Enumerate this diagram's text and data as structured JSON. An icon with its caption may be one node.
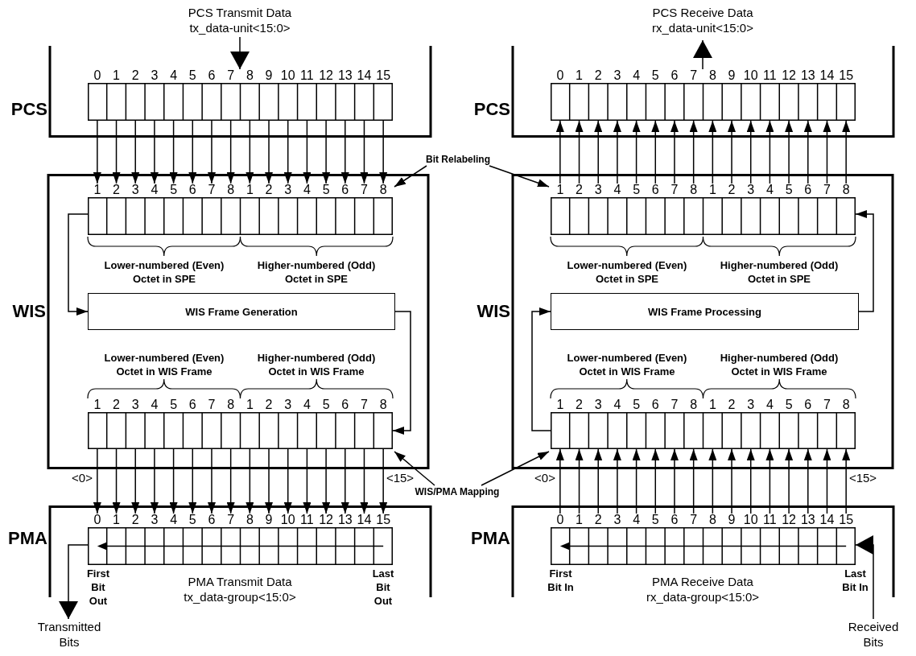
{
  "diagram": {
    "nodes": [
      {
        "text": [
          "PCS Transmit Data tx_data-unit<15:0>"
        ]
      },
      {
        "text": [
          "PCS Receive Data rx_data-unit<15:0>"
        ]
      },
      {
        "text": [
          "PCS"
        ]
      },
      {
        "text": [],
        "shape": "box",
        "in": 2,
        "beside": [
          "0",
          "1",
          "2",
          "3",
          "4",
          "5",
          "6",
          "7",
          "8",
          "9",
          "10",
          "11",
          "12",
          "13",
          "14",
          "15"
        ]
      },
      {
        "text": [
          "PCS"
        ]
      },
      {
        "text": [],
        "shape": "box",
        "in": 4,
        "beside": [
          "0",
          "1",
          "2",
          "3",
          "4",
          "5",
          "6",
          "7",
          "8",
          "9",
          "10",
          "11",
          "12",
          "13",
          "14",
          "15"
        ]
      },
      {
        "text": [
          "Bit Relabeling"
        ]
      },
      {
        "text": [
          "WIS"
        ]
      },
      {
        "text": [],
        "shape": "box",
        "in": 7,
        "beside": [
          "1",
          "2",
          "3",
          "4",
          "5",
          "6",
          "7",
          "8",
          "1",
          "2",
          "3",
          "4",
          "5",
          "6",
          "7",
          "8"
        ]
      },
      {
        "text": [
          "WIS Frame Generation"
        ],
        "in": 7
      },
      {
        "text": [],
        "shape": "box",
        "in": 7,
        "beside": [
          "1",
          "2",
          "3",
          "4",
          "5",
          "6",
          "7",
          "8",
          "1",
          "2",
          "3",
          "4",
          "5",
          "6",
          "7",
          "8"
        ]
      },
      {
        "text": [
          "WIS"
        ]
      },
      {
        "text": [],
        "shape": "box",
        "in": 11,
        "beside": [
          "1",
          "2",
          "3",
          "4",
          "5",
          "6",
          "7",
          "8",
          "1",
          "2",
          "3",
          "4",
          "5",
          "6",
          "7",
          "8"
        ]
      },
      {
        "text": [
          "WIS Frame Processing"
        ],
        "in": 11
      },
      {
        "text": [],
        "shape": "box",
        "in": 11,
        "beside": [
          "1",
          "2",
          "3",
          "4",
          "5",
          "6",
          "7",
          "8",
          "1",
          "2",
          "3",
          "4",
          "5",
          "6",
          "7",
          "8"
        ]
      },
      {
        "text": [
          "WIS/PMA Mapping"
        ]
      },
      {
        "text": [
          "PMA"
        ]
      },
      {
        "text": [],
        "shape": "box",
        "in": 16,
        "beside": [
          "0",
          "1",
          "2",
          "3",
          "4",
          "5",
          "6",
          "7",
          "8",
          "9",
          "10",
          "11",
          "12",
          "13",
          "14",
          "15"
        ]
      },
      {
        "text": [
          "PMA"
        ]
      },
      {
        "text": [],
        "shape": "box",
        "in": 18,
        "beside": [
          "0",
          "1",
          "2",
          "3",
          "4",
          "5",
          "6",
          "7",
          "8",
          "9",
          "10",
          "11",
          "12",
          "13",
          "14",
          "15"
        ]
      },
      {
        "text": [
          "Transmitted Bits"
        ]
      },
      {
        "text": [
          "Received Bits"
        ]
      }
    ],
    "edges": [
      {
        "from": 0,
        "to": 3,
        "arrow": "to"
      },
      {
        "from": 5,
        "to": 1,
        "arrow": "to"
      },
      {
        "from": 3,
        "to": 8,
        "arrow": "to"
      },
      {
        "from": 3,
        "to": 8,
        "arrow": "to"
      },
      {
        "from": 3,
        "to": 8,
        "arrow": "to"
      },
      {
        "from": 3,
        "to": 8,
        "arrow": "to"
      },
      {
        "from": 3,
        "to": 8,
        "arrow": "to"
      },
      {
        "from": 3,
        "to": 8,
        "arrow": "to"
      },
      {
        "from": 3,
        "to": 8,
        "arrow": "to"
      },
      {
        "from": 3,
        "to": 8,
        "arrow": "to"
      },
      {
        "from": 3,
        "to": 8,
        "arrow": "to"
      },
      {
        "from": 3,
        "to": 8,
        "arrow": "to"
      },
      {
        "from": 3,
        "to": 8,
        "arrow": "to"
      },
      {
        "from": 3,
        "to": 8,
        "arrow": "to"
      },
      {
        "from": 3,
        "to": 8,
        "arrow": "to"
      },
      {
        "from": 3,
        "to": 8,
        "arrow": "to"
      },
      {
        "from": 3,
        "to": 8,
        "arrow": "to"
      },
      {
        "from": 3,
        "to": 8,
        "arrow": "to"
      },
      {
        "from": 12,
        "to": 5,
        "arrow": "to"
      },
      {
        "from": 12,
        "to": 5,
        "arrow": "to"
      },
      {
        "from": 12,
        "to": 5,
        "arrow": "to"
      },
      {
        "from": 12,
        "to": 5,
        "arrow": "to"
      },
      {
        "from": 12,
        "to": 5,
        "arrow": "to"
      },
      {
        "from": 12,
        "to": 5,
        "arrow": "to"
      },
      {
        "from": 12,
        "to": 5,
        "arrow": "to"
      },
      {
        "from": 12,
        "to": 5,
        "arrow": "to"
      },
      {
        "from": 12,
        "to": 5,
        "arrow": "to"
      },
      {
        "from": 12,
        "to": 5,
        "arrow": "to"
      },
      {
        "from": 12,
        "to": 5,
        "arrow": "to"
      },
      {
        "from": 12,
        "to": 5,
        "arrow": "to"
      },
      {
        "from": 12,
        "to": 5,
        "arrow": "to"
      },
      {
        "from": 12,
        "to": 5,
        "arrow": "to"
      },
      {
        "from": 12,
        "to": 5,
        "arrow": "to"
      },
      {
        "from": 12,
        "to": 5,
        "arrow": "to"
      },
      {
        "from": 6,
        "to": 8,
        "arrow": "to"
      },
      {
        "from": 6,
        "to": 12,
        "arrow": "to"
      },
      {
        "from": 8,
        "to": 9,
        "arrow": "to"
      },
      {
        "from": 9,
        "to": 10,
        "arrow": "to"
      },
      {
        "from": 13,
        "to": 12,
        "arrow": "to"
      },
      {
        "from": 14,
        "to": 13,
        "arrow": "to"
      },
      {
        "from": 10,
        "to": 17,
        "arrow": "to"
      },
      {
        "from": 10,
        "to": 17,
        "arrow": "to"
      },
      {
        "from": 10,
        "to": 17,
        "arrow": "to"
      },
      {
        "from": 10,
        "to": 17,
        "arrow": "to"
      },
      {
        "from": 10,
        "to": 17,
        "arrow": "to"
      },
      {
        "from": 10,
        "to": 17,
        "arrow": "to"
      },
      {
        "from": 10,
        "to": 17,
        "arrow": "to"
      },
      {
        "from": 10,
        "to": 17,
        "arrow": "to"
      },
      {
        "from": 10,
        "to": 17,
        "arrow": "to"
      },
      {
        "from": 10,
        "to": 17,
        "arrow": "to"
      },
      {
        "from": 10,
        "to": 17,
        "arrow": "to"
      },
      {
        "from": 10,
        "to": 17,
        "arrow": "to"
      },
      {
        "from": 10,
        "to": 17,
        "arrow": "to"
      },
      {
        "from": 10,
        "to": 17,
        "arrow": "to"
      },
      {
        "from": 10,
        "to": 17,
        "arrow": "to"
      },
      {
        "from": 10,
        "to": 17,
        "arrow": "to"
      },
      {
        "from": 19,
        "to": 14,
        "arrow": "to"
      },
      {
        "from": 19,
        "to": 14,
        "arrow": "to"
      },
      {
        "from": 19,
        "to": 14,
        "arrow": "to"
      },
      {
        "from": 19,
        "to": 14,
        "arrow": "to"
      },
      {
        "from": 19,
        "to": 14,
        "arrow": "to"
      },
      {
        "from": 19,
        "to": 14,
        "arrow": "to"
      },
      {
        "from": 19,
        "to": 14,
        "arrow": "to"
      },
      {
        "from": 19,
        "to": 14,
        "arrow": "to"
      },
      {
        "from": 19,
        "to": 14,
        "arrow": "to"
      },
      {
        "from": 19,
        "to": 14,
        "arrow": "to"
      },
      {
        "from": 19,
        "to": 14,
        "arrow": "to"
      },
      {
        "from": 19,
        "to": 14,
        "arrow": "to"
      },
      {
        "from": 19,
        "to": 14,
        "arrow": "to"
      },
      {
        "from": 19,
        "to": 14,
        "arrow": "to"
      },
      {
        "from": 19,
        "to": 14,
        "arrow": "to"
      },
      {
        "from": 19,
        "to": 14,
        "arrow": "to"
      },
      {
        "from": 15,
        "to": 10,
        "arrow": "to"
      },
      {
        "from": 15,
        "to": 14,
        "arrow": "to"
      },
      {
        "from": 17,
        "to": 20,
        "arrow": "to"
      },
      {
        "from": 21,
        "to": 19,
        "arrow": "to"
      }
    ],
    "labels": [
      "Lower-numbered (Even) Octet in SPE",
      "Higher-numbered (Odd) Octet in SPE",
      "Lower-numbered (Even) Octet in SPE",
      "Higher-numbered (Odd) Octet in SPE",
      "Lower-numbered (Even) Octet in WIS Frame",
      "Higher-numbered (Odd) Octet in WIS Frame",
      "Lower-numbered (Even) Octet in WIS Frame",
      "Higher-numbered (Odd) Octet in WIS Frame",
      "<0>",
      "<15>",
      "<0>",
      "<15>",
      "First Bit Out",
      "PMA Transmit Data tx_data-group<15:0>",
      "Last Bit Out",
      "First Bit In",
      "PMA Receive Data rx_data-group<15:0>",
      "Last Bit In"
    ]
  }
}
